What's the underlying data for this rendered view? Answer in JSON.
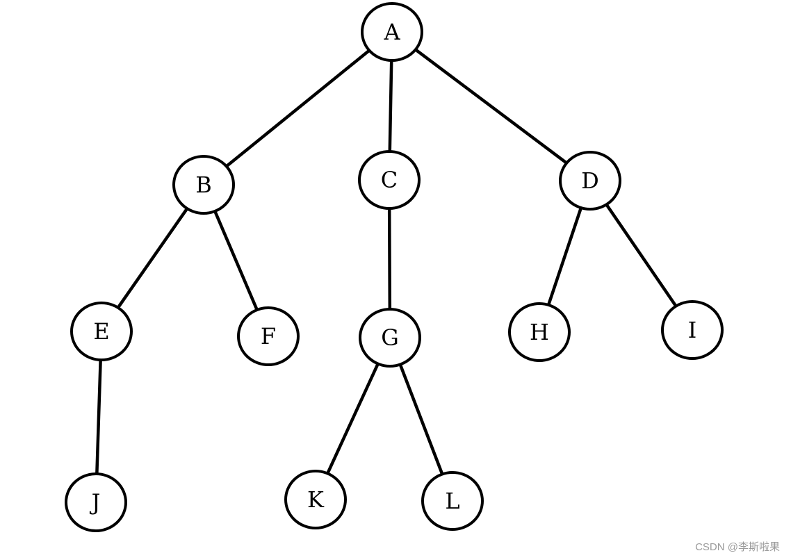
{
  "diagram": {
    "type": "tree",
    "nodes": [
      {
        "id": "A",
        "label": "A"
      },
      {
        "id": "B",
        "label": "B"
      },
      {
        "id": "C",
        "label": "C"
      },
      {
        "id": "D",
        "label": "D"
      },
      {
        "id": "E",
        "label": "E"
      },
      {
        "id": "F",
        "label": "F"
      },
      {
        "id": "G",
        "label": "G"
      },
      {
        "id": "H",
        "label": "H"
      },
      {
        "id": "I",
        "label": "I"
      },
      {
        "id": "J",
        "label": "J"
      },
      {
        "id": "K",
        "label": "K"
      },
      {
        "id": "L",
        "label": "L"
      }
    ],
    "edges": [
      {
        "from": "A",
        "to": "B"
      },
      {
        "from": "A",
        "to": "C"
      },
      {
        "from": "A",
        "to": "D"
      },
      {
        "from": "B",
        "to": "E"
      },
      {
        "from": "B",
        "to": "F"
      },
      {
        "from": "C",
        "to": "G"
      },
      {
        "from": "D",
        "to": "H"
      },
      {
        "from": "D",
        "to": "I"
      },
      {
        "from": "E",
        "to": "J"
      },
      {
        "from": "G",
        "to": "K"
      },
      {
        "from": "G",
        "to": "L"
      }
    ]
  },
  "watermark": "CSDN @李斯啦果"
}
